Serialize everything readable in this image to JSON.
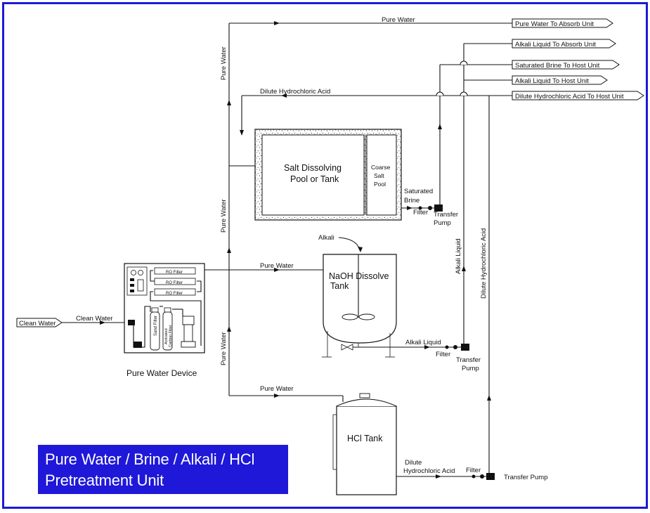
{
  "colors": {
    "frame": "#1a1ad8",
    "title_bg": "#1f18d9",
    "title_text": "#ffffff",
    "line": "#111111"
  },
  "title": {
    "line1": "Pure Water / Brine / Alkali / HCl",
    "line2": "Pretreatment Unit"
  },
  "outputs": {
    "o1": "Pure Water To Absorb Unit",
    "o2": "Alkali Liquid To Absorb Unit",
    "o3": "Saturated Brine To Host Unit",
    "o4": "Alkali Liquid To Host Unit",
    "o5": "Dilute Hydrochloric Acid To Host Unit"
  },
  "input": {
    "clean_water_box": "Clean Water"
  },
  "labels": {
    "pure_water_top": "Pure Water",
    "pure_water_v1": "Pure Water",
    "pure_water_v2": "Pure Water",
    "pure_water_v3": "Pure Water",
    "pure_water_naoh": "Pure Water",
    "pure_water_hcl": "Pure Water",
    "dilute_hcl_top": "Dilute Hydrochloric Acid",
    "clean_water_line": "Clean Water",
    "saturated": "Saturated",
    "brine": "Brine",
    "filter1": "Filter",
    "transfer1": "Transfer",
    "pump1": "Pump",
    "alkali_in": "Alkali",
    "alkali_liquid_h": "Alkali Liquid",
    "filter2": "Filter",
    "transfer2": "Transfer",
    "pump2": "Pump",
    "alkali_liquid_v": "Alkali Liquid",
    "dilute_hcl_v": "Dilute Hydrochloric Acid",
    "dilute": "Dilute",
    "hcl_acid": "Hydrochloric Acid",
    "filter3": "Filter",
    "transfer_pump3": "Transfer  Pump"
  },
  "equipment": {
    "salt_pool_line1": "Salt Dissolving",
    "salt_pool_line2": "Pool or Tank",
    "coarse": "Coarse",
    "salt": "Salt",
    "pool": "Pool",
    "naoh_line1": "NaOH Dissolve",
    "naoh_line2": "Tank",
    "hcl_tank": "HCl Tank",
    "pure_water_device": "Pure Water Device",
    "ro1": "RO Filter",
    "ro2": "RO Filter",
    "ro3": "RO Filter",
    "sand_filter": "Sand Filter",
    "activated": "Activated",
    "carbon_filter": "Carbon Filter"
  }
}
